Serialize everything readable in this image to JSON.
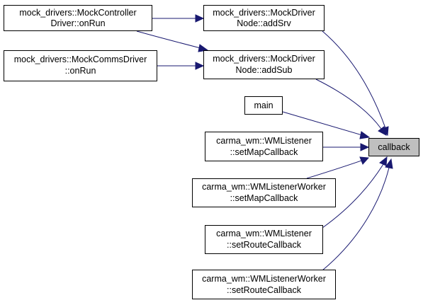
{
  "nodes": {
    "mock_controller_onrun": {
      "line1": "mock_drivers::MockController",
      "line2": "Driver::onRun"
    },
    "mock_comms_onrun": {
      "line1": "mock_drivers::MockCommsDriver",
      "line2": "::onRun"
    },
    "add_srv": {
      "line1": "mock_drivers::MockDriver",
      "line2": "Node::addSrv"
    },
    "add_sub": {
      "line1": "mock_drivers::MockDriver",
      "line2": "Node::addSub"
    },
    "main": {
      "label": "main"
    },
    "wml_set_map": {
      "line1": "carma_wm::WMListener",
      "line2": "::setMapCallback"
    },
    "wmlw_set_map": {
      "line1": "carma_wm::WMListenerWorker",
      "line2": "::setMapCallback"
    },
    "wml_set_route": {
      "line1": "carma_wm::WMListener",
      "line2": "::setRouteCallback"
    },
    "wmlw_set_route": {
      "line1": "carma_wm::WMListenerWorker",
      "line2": "::setRouteCallback"
    },
    "callback": {
      "label": "callback"
    }
  },
  "colors": {
    "edge": "#191970",
    "current_node_fill": "#bfbfbf",
    "node_border": "#000000"
  }
}
